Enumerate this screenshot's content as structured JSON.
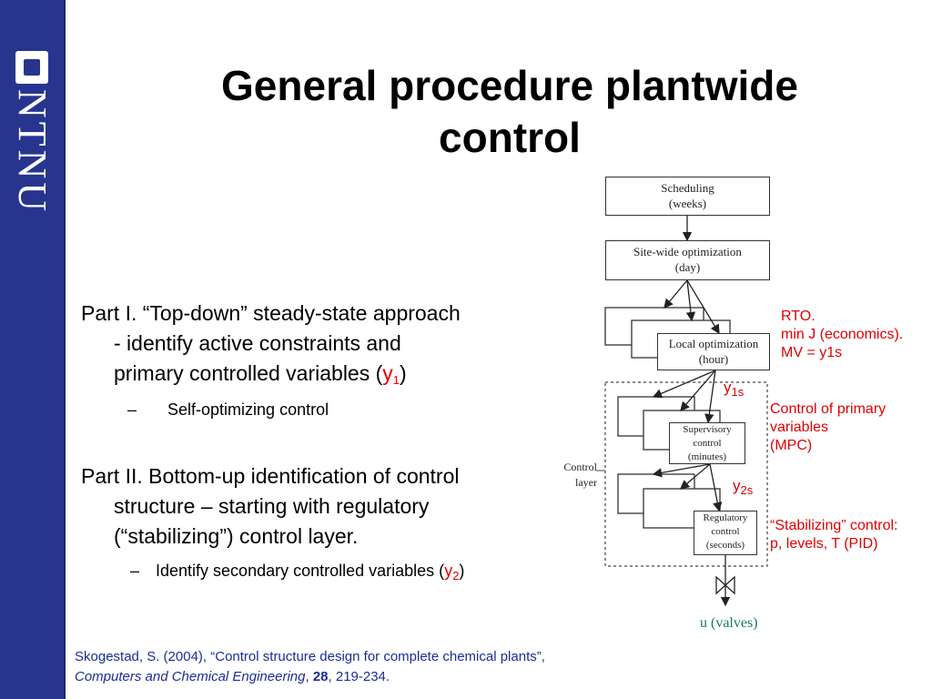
{
  "logo": {
    "text": "NTNU"
  },
  "title": {
    "line1": "General procedure plantwide",
    "line2": "control"
  },
  "part1": {
    "line1": "Part I. “Top-down” steady-state approach",
    "line2": "- identify active constraints and",
    "line3_pre": "primary controlled variables (",
    "var": "y",
    "var_sub": "1",
    "line3_post": ")",
    "bullet_dash": "–",
    "bullet": "Self-optimizing control"
  },
  "part2": {
    "line1": "Part II. Bottom-up identification of control",
    "line2": "structure – starting with  regulatory",
    "line3": "(“stabilizing”) control layer.",
    "bullet_dash": "–",
    "bullet_pre": "Identify secondary controlled variables (",
    "var": "y",
    "var_sub": "2",
    "bullet_post": ")"
  },
  "diagram": {
    "scheduling": {
      "line1": "Scheduling",
      "line2": "(weeks)"
    },
    "sitewide": {
      "line1": "Site-wide optimization",
      "line2": "(day)"
    },
    "local": {
      "line1": "Local optimization",
      "line2": "(hour)"
    },
    "supervisory": {
      "line1": "Supervisory",
      "line2": "control",
      "line3": "(minutes)"
    },
    "regulatory": {
      "line1": "Regulatory",
      "line2": "control",
      "line3": "(seconds)"
    },
    "control_layer": {
      "line1": "Control",
      "line2": "layer"
    },
    "y1s": {
      "main": "y",
      "sub": "1s"
    },
    "y2s": {
      "main": "y",
      "sub": "2s"
    },
    "u_valves": "u (valves)"
  },
  "annotations": {
    "rto": {
      "line1": "RTO.",
      "line2": "min J (economics).",
      "line3": "MV = y1s"
    },
    "mpc": {
      "line1": "Control of primary",
      "line2": "variables",
      "line3": "(MPC)"
    },
    "pid": {
      "line1": "“Stabilizing” control:",
      "line2": "p, levels, T (PID)"
    }
  },
  "citation": {
    "line1": "Skogestad, S. (2004), “Control structure design for complete chemical plants”,",
    "journal": "Computers and Chemical Engineering",
    "sep": ", ",
    "volume": "28",
    "pages": ", 219-234."
  },
  "colors": {
    "sidebar": "#27358f",
    "accent_red": "#e00000",
    "citation_blue": "#1d2d96"
  }
}
